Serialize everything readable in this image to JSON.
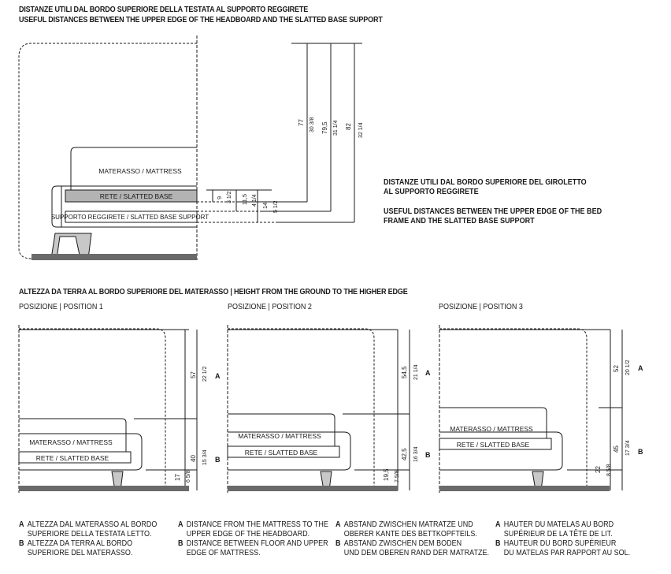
{
  "top": {
    "title_it": "DISTANZE UTILI DAL BORDO SUPERIORE DELLA TESTATA AL SUPPORTO REGGIRETE",
    "title_en": "USEFUL DISTANCES BETWEEN THE UPPER EDGE OF THE HEADBOARD AND THE SLATTED BASE SUPPORT",
    "mattress_label": "MATERASSO / MATTRESS",
    "slatted_label": "RETE / SLATTED BASE",
    "support_label": "SUPPORTO REGGIRETE / SLATTED BASE SUPPORT",
    "small_dims": [
      "9",
      "3 1/2",
      "11,5",
      "4 1/4",
      "14",
      "5 1/2"
    ],
    "large_dims": [
      "77",
      "30 3/8",
      "79,5",
      "31 1/4",
      "82",
      "32 1/4"
    ],
    "note_it_line1": "DISTANZE UTILI DAL BORDO SUPERIORE DEL GIROLETTO",
    "note_it_line2": "AL SUPPORTO REGGIRETE",
    "note_en_line1": "USEFUL DISTANCES BETWEEN THE UPPER EDGE OF THE BED",
    "note_en_line2": "FRAME AND THE SLATTED BASE SUPPORT"
  },
  "bottom": {
    "title": "ALTEZZA DA TERRA AL BORDO SUPERIORE DEL MATERASSO  |  HEIGHT FROM THE GROUND TO THE HIGHER EDGE",
    "positions": [
      {
        "label": "POSIZIONE  |  POSITION 1",
        "a_cm": "57",
        "a_in": "22 1/2",
        "b_cm": "40",
        "b_in": "15 3/4",
        "leg_cm": "17",
        "leg_in": "6 5/8"
      },
      {
        "label": "POSIZIONE  |  POSITION 2",
        "a_cm": "54,5",
        "a_in": "21 1/4",
        "b_cm": "42,5",
        "b_in": "16 3/4",
        "leg_cm": "19,5",
        "leg_in": "7 5/8"
      },
      {
        "label": "POSIZIONE  |  POSITION 3",
        "a_cm": "52",
        "a_in": "20 1/2",
        "b_cm": "45",
        "b_in": "17 3/4",
        "leg_cm": "22",
        "leg_in": "8 5/8"
      }
    ],
    "mattress_label": "MATERASSO / MATTRESS",
    "slatted_label": "RETE / SLATTED BASE",
    "marker_a": "A",
    "marker_b": "B"
  },
  "legend": [
    {
      "a": "ALTEZZA DAL MATERASSO AL BORDO",
      "a2": "SUPERIORE DELLA TESTATA LETTO.",
      "b": "ALTEZZA DA TERRA AL BORDO",
      "b2": "SUPERIORE DEL MATERASSO."
    },
    {
      "a": "DISTANCE FROM THE MATTRESS TO THE",
      "a2": "UPPER EDGE OF THE HEADBOARD.",
      "b": "DISTANCE BETWEEN FLOOR AND UPPER",
      "b2": "EDGE OF MATTRESS."
    },
    {
      "a": "ABSTAND ZWISCHEN MATRATZE UND",
      "a2": "OBERER KANTE DES BETTKOPFTEILS.",
      "b": "ABSTAND ZWISCHEN DEM BODEN",
      "b2": "UND DEM OBEREN RAND DER MATRATZE."
    },
    {
      "a": "HAUTER DU MATELAS AU BORD",
      "a2": "SUPÉRIEUR DE LA TÊTE DE LIT.",
      "b": "HAUTEUR DU BORD SUPÉRIEUR",
      "b2": "DU MATELAS PAR RAPPORT AU SOL."
    }
  ],
  "legend_keys": {
    "a": "A",
    "b": "B"
  }
}
